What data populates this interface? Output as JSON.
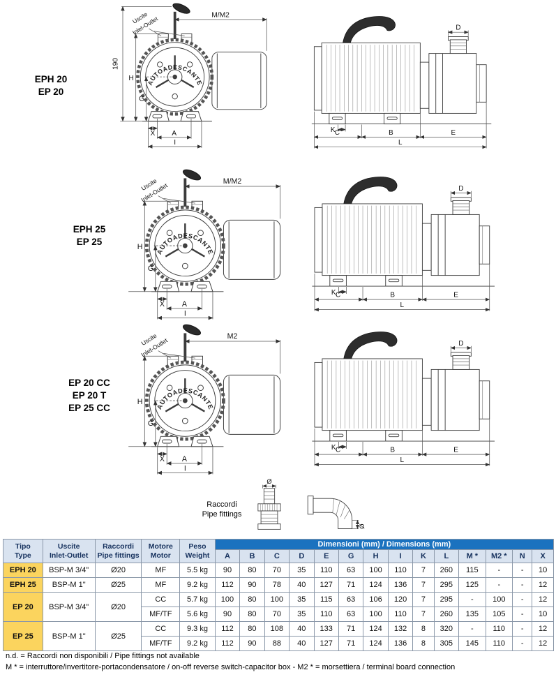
{
  "diagrams": [
    {
      "models": [
        "EPH 20",
        "EP 20"
      ],
      "front": {
        "callout": [
          "Uscite",
          "Inlet-Outlet"
        ],
        "top_dim": "M/M2",
        "outer_dim": "190",
        "body_text": "AUTOADESCANTE",
        "dims": {
          "h": "H",
          "g": "G",
          "x": "X",
          "a": "A",
          "i": "I"
        }
      },
      "side": {
        "dims": {
          "d": "D",
          "k": "K",
          "c": "C",
          "b": "B",
          "e": "E",
          "l": "L"
        }
      }
    },
    {
      "models": [
        "EPH 25",
        "EP 25"
      ],
      "front": {
        "callout": [
          "Uscite",
          "Inlet-Outlet"
        ],
        "top_dim": "M/M2",
        "body_text": "AUTOADESCANTE",
        "dims": {
          "h": "H",
          "g": "G",
          "x": "X",
          "a": "A",
          "i": "I"
        }
      },
      "side": {
        "dims": {
          "d": "D",
          "k": "K",
          "c": "C",
          "b": "B",
          "e": "E",
          "l": "L"
        }
      }
    },
    {
      "models": [
        "EP 20 CC",
        "EP 20 T",
        "EP 25 CC"
      ],
      "front": {
        "callout": [
          "Uscite",
          "Inlet-Outlet"
        ],
        "top_dim": "M2",
        "body_text": "AUTOADESCANTE",
        "dims": {
          "h": "H",
          "g": "G",
          "x": "X",
          "a": "A",
          "i": "I"
        }
      },
      "side": {
        "dims": {
          "d": "D",
          "k": "K",
          "c": "C",
          "b": "B",
          "e": "E",
          "l": "L"
        }
      }
    }
  ],
  "fittings": {
    "label": [
      "Raccordi",
      "Pipe fittings"
    ],
    "straight_dia": "Ø",
    "elbow_dia": "Ø"
  },
  "table": {
    "headers": {
      "tipo": [
        "Tipo",
        "Type"
      ],
      "uscite": [
        "Uscite",
        "Inlet-Outlet"
      ],
      "raccordi": [
        "Raccordi",
        "Pipe fittings"
      ],
      "motore": [
        "Motore",
        "Motor"
      ],
      "peso": [
        "Peso",
        "Weight"
      ],
      "dimensioni": "Dimensioni (mm) / Dimensions (mm)",
      "dims": [
        "A",
        "B",
        "C",
        "D",
        "E",
        "G",
        "H",
        "I",
        "K",
        "L",
        "M *",
        "M2 *",
        "N",
        "X"
      ]
    },
    "groups": [
      {
        "type": "EPH 20",
        "outlet": "BSP-M 3/4\"",
        "fitting": "Ø20",
        "rows": [
          {
            "motor": "MF",
            "weight": "5.5 kg",
            "vals": [
              "90",
              "80",
              "70",
              "35",
              "110",
              "63",
              "100",
              "110",
              "7",
              "260",
              "115",
              "-",
              "-",
              "10"
            ]
          }
        ]
      },
      {
        "type": "EPH 25",
        "outlet": "BSP-M 1\"",
        "fitting": "Ø25",
        "rows": [
          {
            "motor": "MF",
            "weight": "9.2 kg",
            "vals": [
              "112",
              "90",
              "78",
              "40",
              "127",
              "71",
              "124",
              "136",
              "7",
              "295",
              "125",
              "-",
              "-",
              "12"
            ]
          }
        ]
      },
      {
        "type": "EP 20",
        "outlet": "BSP-M 3/4\"",
        "fitting": "Ø20",
        "rows": [
          {
            "motor": "CC",
            "weight": "5.7 kg",
            "vals": [
              "100",
              "80",
              "100",
              "35",
              "115",
              "63",
              "106",
              "120",
              "7",
              "295",
              "-",
              "100",
              "-",
              "12"
            ]
          },
          {
            "motor": "MF/TF",
            "weight": "5.6 kg",
            "vals": [
              "90",
              "80",
              "70",
              "35",
              "110",
              "63",
              "100",
              "110",
              "7",
              "260",
              "135",
              "105",
              "-",
              "10"
            ]
          }
        ]
      },
      {
        "type": "EP 25",
        "outlet": "BSP-M 1\"",
        "fitting": "Ø25",
        "rows": [
          {
            "motor": "CC",
            "weight": "9.3 kg",
            "vals": [
              "112",
              "80",
              "108",
              "40",
              "133",
              "71",
              "124",
              "132",
              "8",
              "320",
              "-",
              "110",
              "-",
              "12"
            ]
          },
          {
            "motor": "MF/TF",
            "weight": "9.2 kg",
            "vals": [
              "112",
              "90",
              "88",
              "40",
              "127",
              "71",
              "124",
              "136",
              "8",
              "305",
              "145",
              "110",
              "-",
              "12"
            ]
          }
        ]
      }
    ]
  },
  "notes": [
    "n.d. = Raccordi non disponibili / Pipe fittings not available",
    "M * = interruttore/invertitore-portacondensatore / on-off reverse switch-capacitor box - M2 * = morsettiera / terminal board connection"
  ],
  "colors": {
    "header_blue": "#1b72bf",
    "header_light": "#d9e3f0",
    "type_yellow": "#fbd45e"
  }
}
